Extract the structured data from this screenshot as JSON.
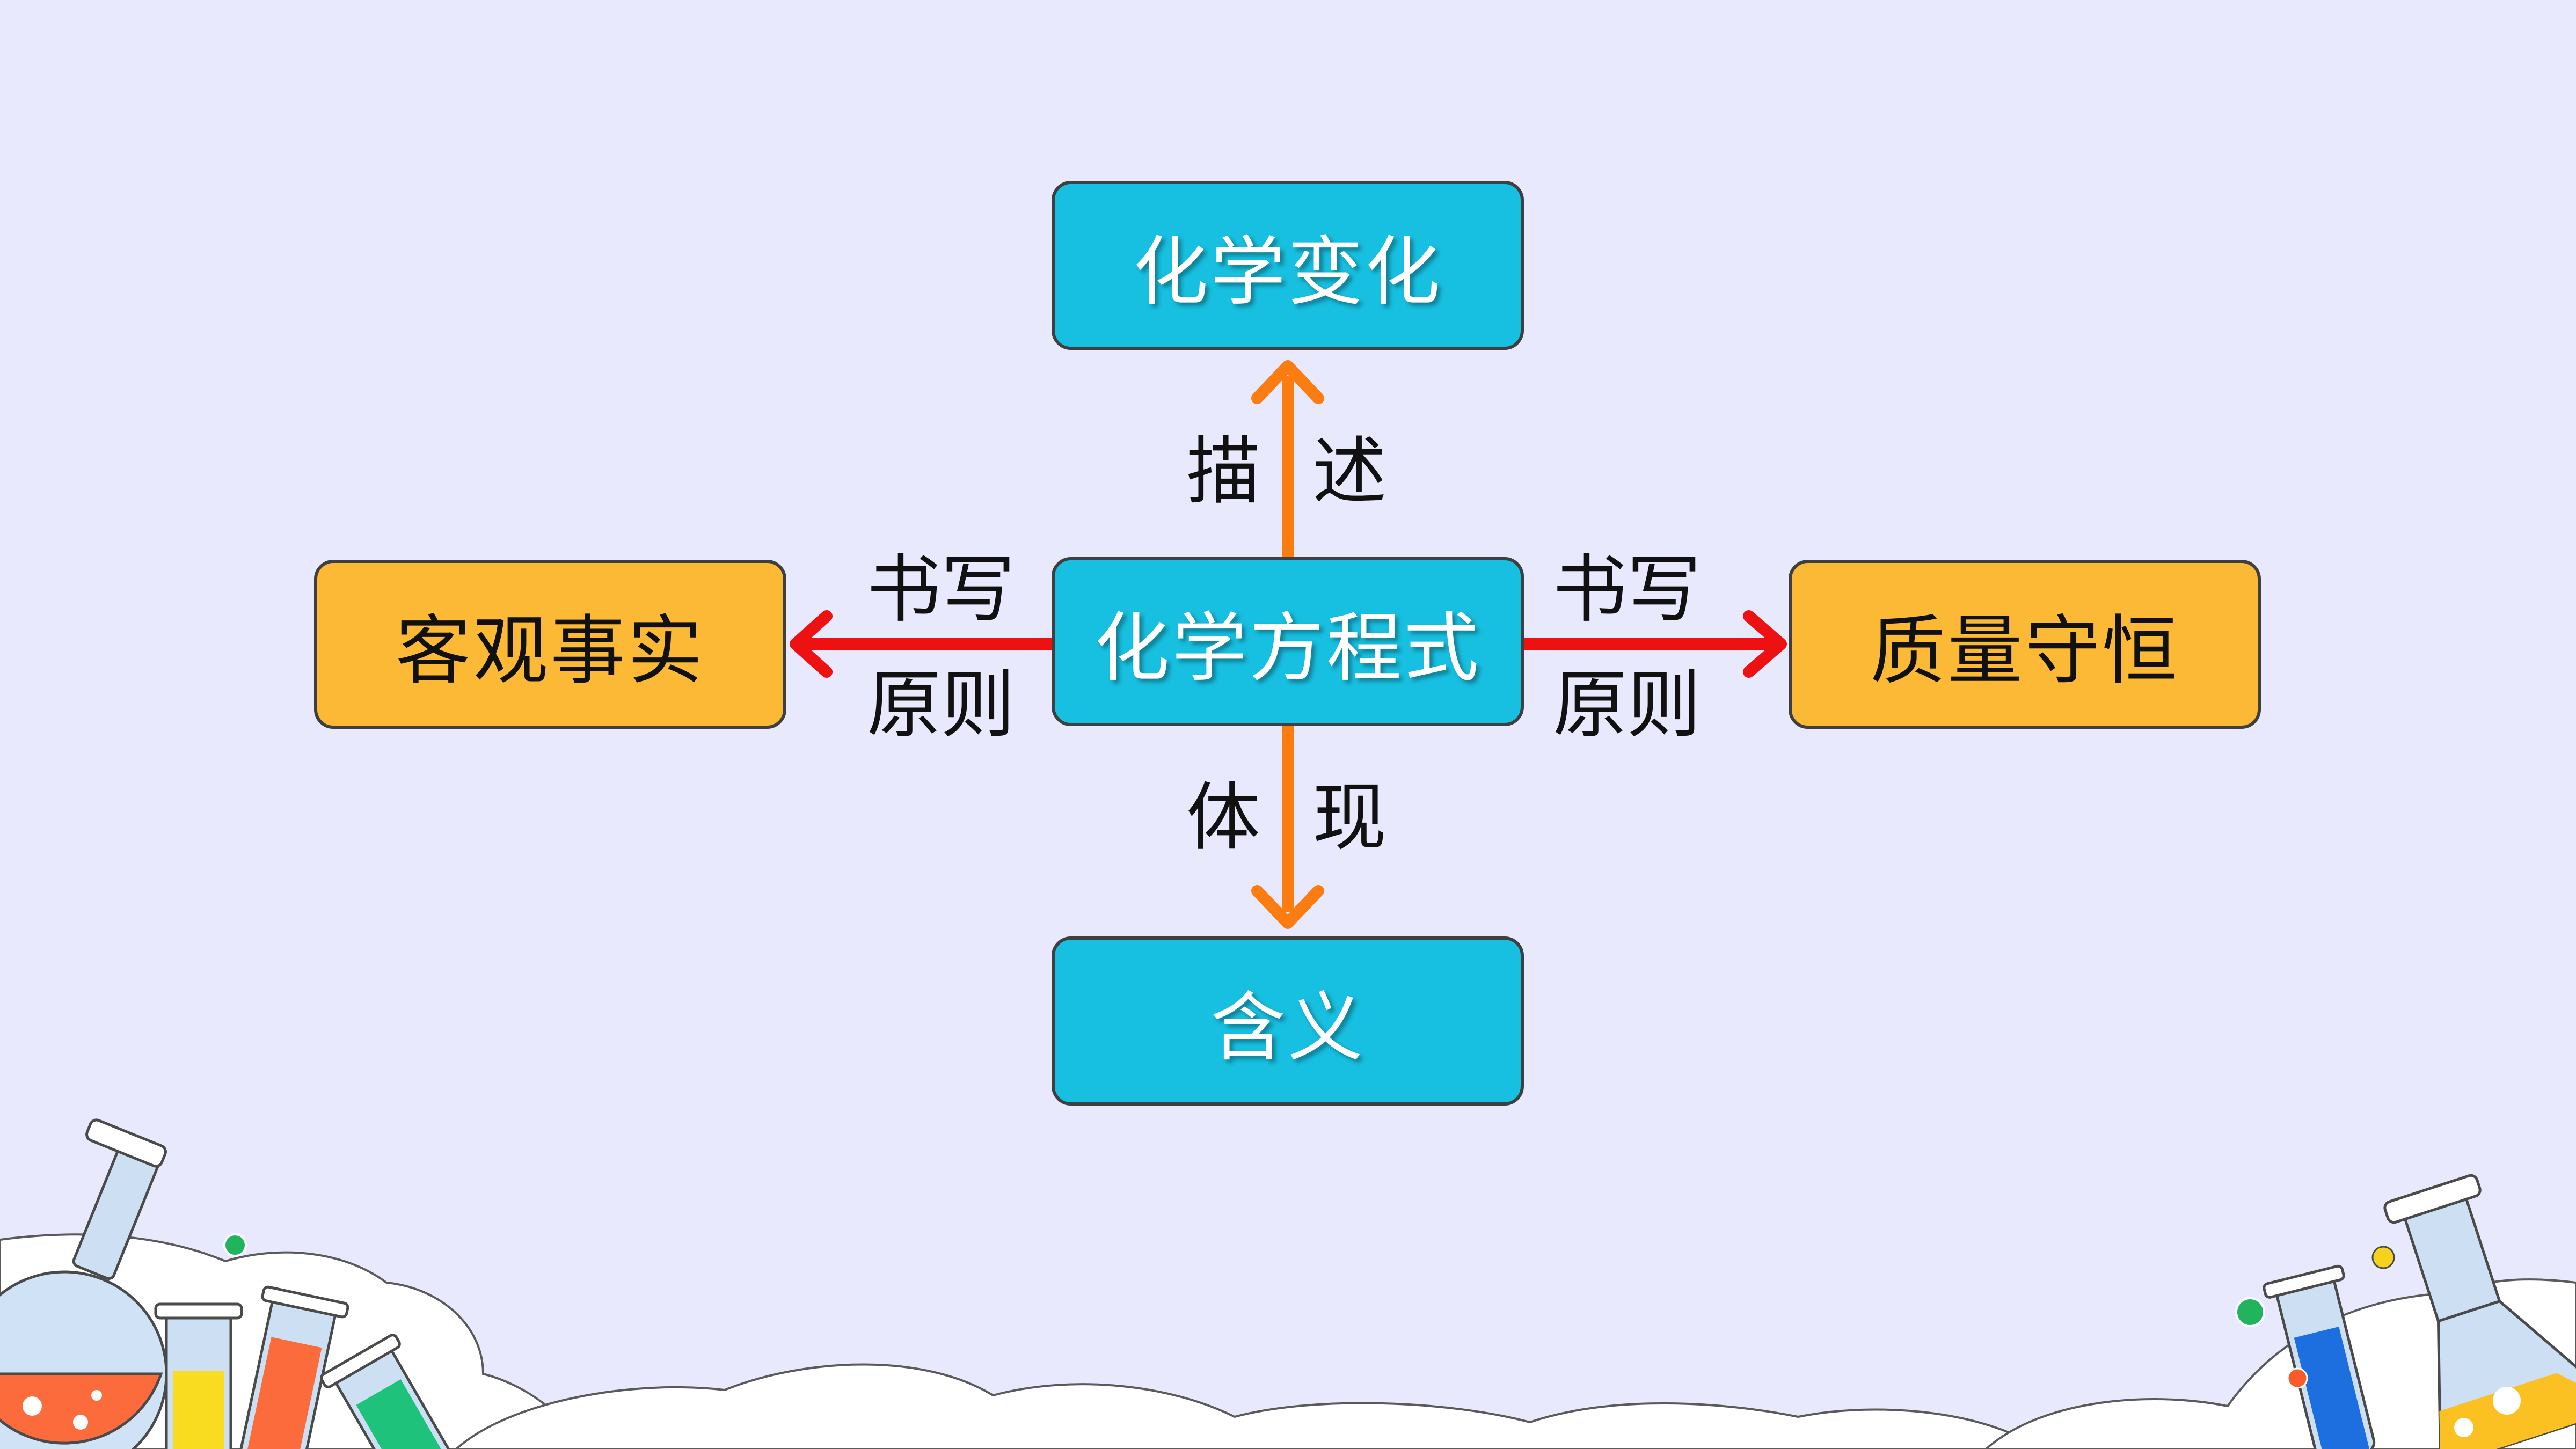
{
  "nodes": {
    "top": "化学变化",
    "center": "化学方程式",
    "left": "客观事实",
    "right": "质量守恒",
    "bottom": "含义"
  },
  "edges": {
    "up_label_left": "描",
    "up_label_right": "述",
    "down_label_left": "体",
    "down_label_right": "现",
    "left_label_top": "书写",
    "left_label_bottom": "原则",
    "right_label_top": "书写",
    "right_label_bottom": "原则"
  },
  "colors": {
    "background": "#e8e9fd",
    "blue_box": "#17bfe0",
    "orange_box": "#fbb935",
    "vertical_arrow": "#fb7d12",
    "horizontal_arrow": "#ee1111"
  }
}
